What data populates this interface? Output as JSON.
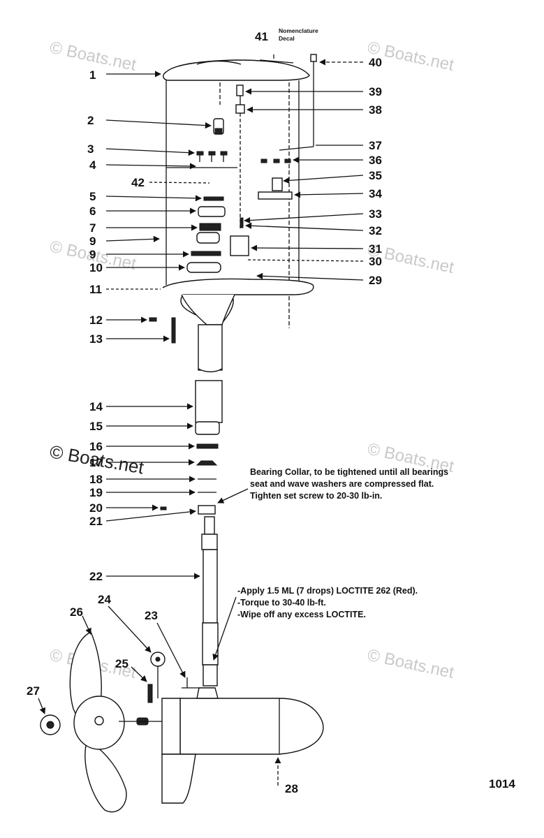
{
  "diagram": {
    "nomenclature_label_line1": "Nomenclature",
    "nomenclature_label_line2": "Decal",
    "figure_number": "1014",
    "watermark": "© Boats.net",
    "part_numbers": [
      "1",
      "2",
      "3",
      "4",
      "42",
      "5",
      "6",
      "7",
      "9",
      "9",
      "10",
      "11",
      "12",
      "13",
      "14",
      "15",
      "16",
      "17",
      "18",
      "19",
      "20",
      "21",
      "22",
      "23",
      "24",
      "25",
      "26",
      "27",
      "28",
      "29",
      "30",
      "31",
      "32",
      "33",
      "34",
      "35",
      "36",
      "37",
      "38",
      "39",
      "40",
      "41"
    ],
    "note_bearing": [
      "Bearing Collar, to be tightened until all bearings",
      "seat and wave washers are compressed flat.",
      "Tighten set screw to 20-30 lb-in."
    ],
    "note_loctite": [
      "-Apply 1.5 ML (7 drops) LOCTITE 262 (Red).",
      "-Torque to 30-40 lb-ft.",
      "-Wipe off any excess LOCTITE."
    ]
  }
}
